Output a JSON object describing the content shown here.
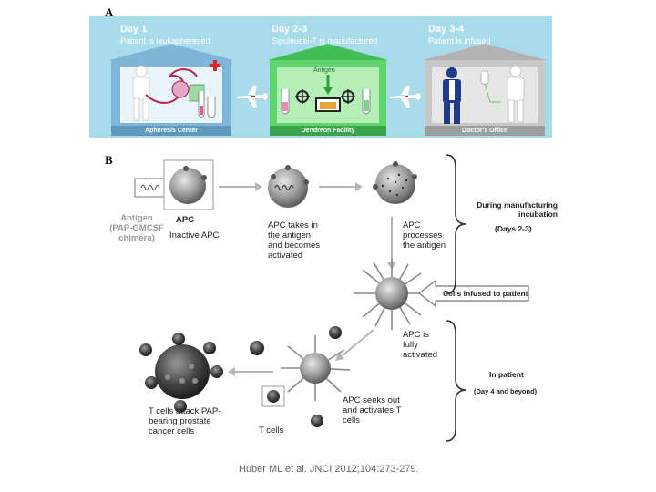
{
  "panel_a": {
    "letter": "A",
    "steps": [
      {
        "day": "Day 1",
        "subtitle": "Patient is leukapheresed",
        "location": "Apheresis Center"
      },
      {
        "day": "Day 2-3",
        "subtitle": "Sipuleucel-T is manufactured",
        "location": "Dendreon Facility"
      },
      {
        "day": "Day 3-4",
        "subtitle": "Patient is infused",
        "location": "Doctor's Office"
      }
    ],
    "antigen_label": "Antigen",
    "colors": {
      "bg": "#a9dcea",
      "house1": "#7fb5d8",
      "house2": "#5fd46c",
      "house3": "#c7c7c7"
    }
  },
  "panel_b": {
    "letter": "B",
    "antigen_label": [
      "Antigen",
      "(PAP-GMCSF",
      "chimera)"
    ],
    "apc_label": "APC",
    "inactive_label": "Inactive APC",
    "takes_in_label": [
      "APC takes in",
      "the antigen",
      "and becomes",
      "activated"
    ],
    "processes_label": [
      "APC",
      "processes",
      "the antigen"
    ],
    "manufacturing_label": [
      "During manufacturing",
      "incubation"
    ],
    "manufacturing_days": "(Days 2-3)",
    "infuse_label": "Cells infused to patient",
    "fully_label": [
      "APC is",
      "fully",
      "activated"
    ],
    "in_patient_label": "In patient",
    "in_patient_days": "(Day 4 and beyond)",
    "seeks_label": [
      "APC seeks out",
      "and activates T",
      "cells"
    ],
    "attack_label": [
      "T cells attack PAP-",
      "bearing prostate",
      "cancer cells"
    ],
    "tcells_label": "T cells"
  },
  "citation": "Huber ML et al. JNCI 2012;104:273-279."
}
